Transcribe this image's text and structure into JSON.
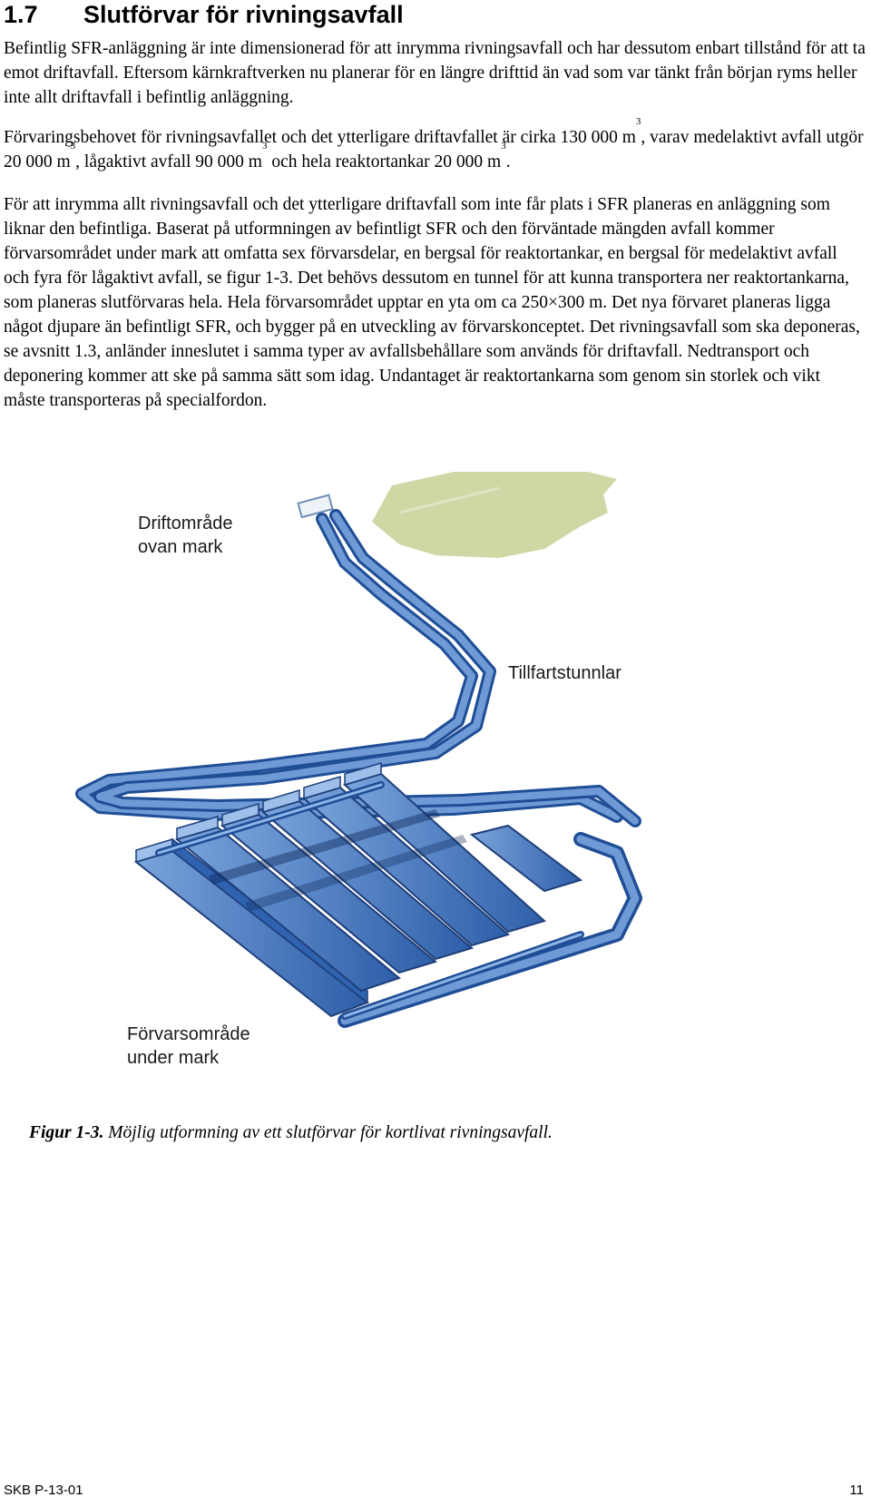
{
  "heading": {
    "number": "1.7",
    "title": "Slutförvar för rivningsavfall"
  },
  "paragraphs": {
    "p1": "Befintlig SFR-anläggning är inte dimensionerad för att inrymma rivningsavfall och har dessutom enbart tillstånd för att ta emot driftavfall. Eftersom kärnkraftverken nu planerar för en längre drifttid än vad som var tänkt från början ryms heller inte allt driftavfall i befintlig anläggning.",
    "p2_a": "Förvaringsbehovet för rivningsavfallet och det ytterligare driftavfallet är cirka 130 000 m",
    "p2_b": ", varav medelaktivt avfall utgör 20 000 m",
    "p2_c": ", lågaktivt avfall 90 000 m",
    "p2_d": " och hela reaktortankar 20 000 m",
    "p2_e": ".",
    "sup": "3",
    "p3": "För att inrymma allt rivningsavfall och det ytterligare driftavfall som inte får plats i SFR planeras en anläggning som liknar den befintliga. Baserat på utformningen av befintligt SFR och den förväntade mängden avfall kommer förvarsområdet under mark att omfatta sex förvarsdelar, en bergsal för reaktortankar, en bergsal för medelaktivt avfall och fyra för lågaktivt avfall, se figur 1-3. Det behövs dessutom en tunnel för att kunna transportera ner reaktortankarna, som planeras slutförvaras hela. Hela förvarsområdet upptar en yta om ca 250×300 m. Det nya förvaret planeras ligga något djupare än befintligt SFR, och bygger på en utveckling av förvarskonceptet. Det rivningsavfall som ska deponeras, se avsnitt 1.3, anländer inneslutet i samma typer av avfallsbehållare som används för driftavfall. Nedtransport och deponering kommer att ske på samma sätt som idag. Undantaget är reaktortankarna som genom sin storlek och vikt måste transporteras på specialfordon."
  },
  "figure": {
    "label_drift": "Driftområde ovan mark",
    "label_till": "Tillfartstunnlar",
    "label_forv": "Förvarsområde under mark",
    "colors": {
      "tunnel": "#4a7fc6",
      "tunnel_dark": "#1f4e96",
      "tunnel_light": "#8fb4e6",
      "ground": "#c9d49a"
    }
  },
  "caption": {
    "lead": "Figur 1-3.",
    "text": " Möjlig utformning av ett slutförvar för kortlivat rivningsavfall."
  },
  "footer": {
    "left": "SKB P-13-01",
    "right": "11"
  }
}
